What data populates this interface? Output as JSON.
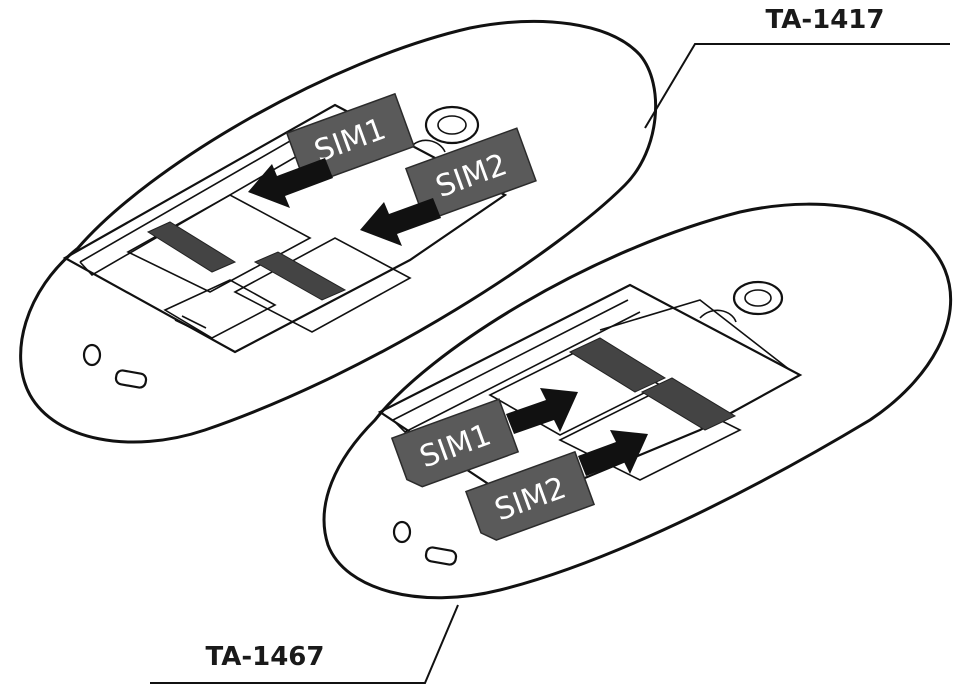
{
  "phones": [
    {
      "model": "TA-1417",
      "sims": [
        "SIM1",
        "SIM2"
      ]
    },
    {
      "model": "TA-1467",
      "sims": [
        "SIM1",
        "SIM2"
      ]
    }
  ],
  "colors": {
    "line": "#111111",
    "sim_card": "#5a5a5a",
    "background": "#ffffff"
  }
}
